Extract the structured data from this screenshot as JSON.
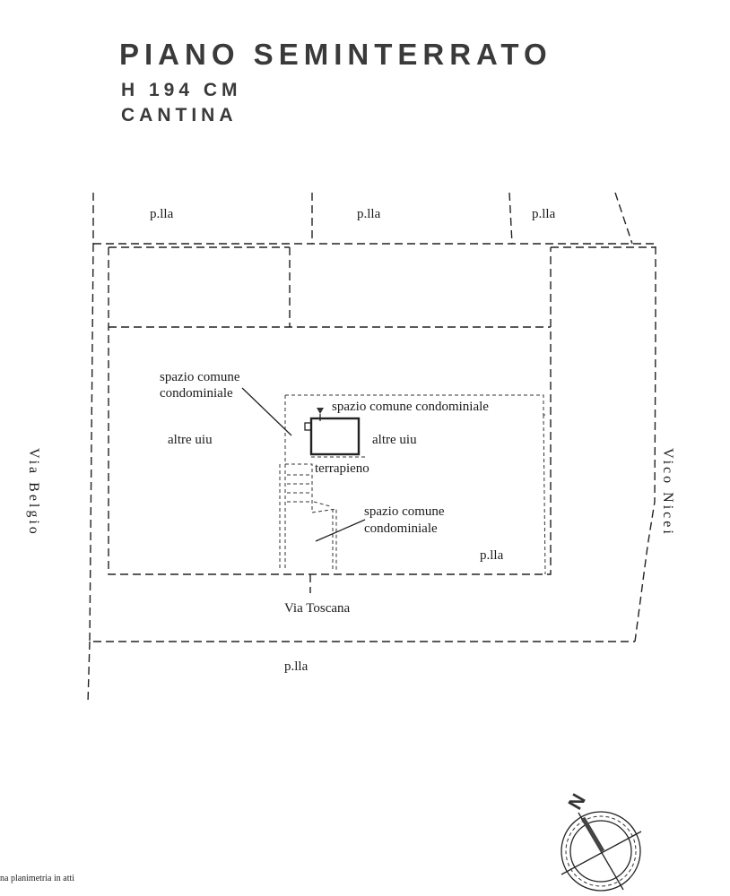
{
  "header": {
    "title": "PIANO SEMINTERRATO",
    "height": "H 194 CM",
    "use": "CANTINA"
  },
  "labels": {
    "plla_top_1": "p.lla",
    "plla_top_2": "p.lla",
    "plla_top_3": "p.lla",
    "common_left": [
      "spazio comune",
      "condominiale"
    ],
    "common_top": "spazio comune condominiale",
    "other_units_left": "altre uiu",
    "other_units_right": "altre uiu",
    "terrapieno": "terrapieno",
    "common_bottom": [
      "spazio comune",
      "condominiale"
    ],
    "plla_inner": "p.lla",
    "plla_bottom": "p.lla"
  },
  "streets": {
    "west": "Via Belgio",
    "east": "Vico Nicei",
    "south": "Via Toscana"
  },
  "compass": {
    "north_label": "N"
  },
  "footer": {
    "note": "na planimetria in atti"
  }
}
